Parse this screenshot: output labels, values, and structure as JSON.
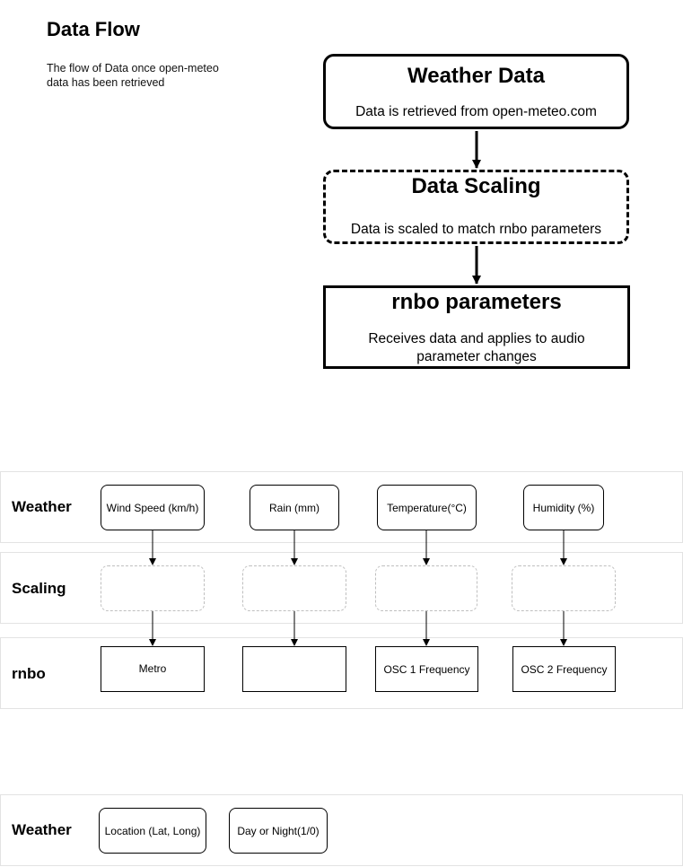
{
  "header": {
    "title": "Data Flow",
    "subtitle": "The flow of Data once open-meteo data has been retrieved"
  },
  "flow": {
    "weather": {
      "title": "Weather Data",
      "desc": "Data is retrieved from open-meteo.com"
    },
    "scaling": {
      "title": "Data Scaling",
      "desc": "Data is scaled to match rnbo parameters"
    },
    "rnbo": {
      "title": "rnbo parameters",
      "desc": "Receives data and applies to audio parameter changes"
    }
  },
  "lanes": {
    "weather_label": "Weather",
    "scaling_label": "Scaling",
    "rnbo_label": "rnbo",
    "weather2_label": "Weather"
  },
  "nodes": {
    "weather": [
      "Wind Speed (km/h)",
      "Rain (mm)",
      "Temperature(°C)",
      "Humidity (%)"
    ],
    "rnbo": [
      "Metro",
      "",
      "OSC 1 Frequency",
      "OSC 2 Frequency"
    ],
    "weather2": [
      "Location (Lat, Long)",
      "Day or Night(1/0)"
    ]
  }
}
